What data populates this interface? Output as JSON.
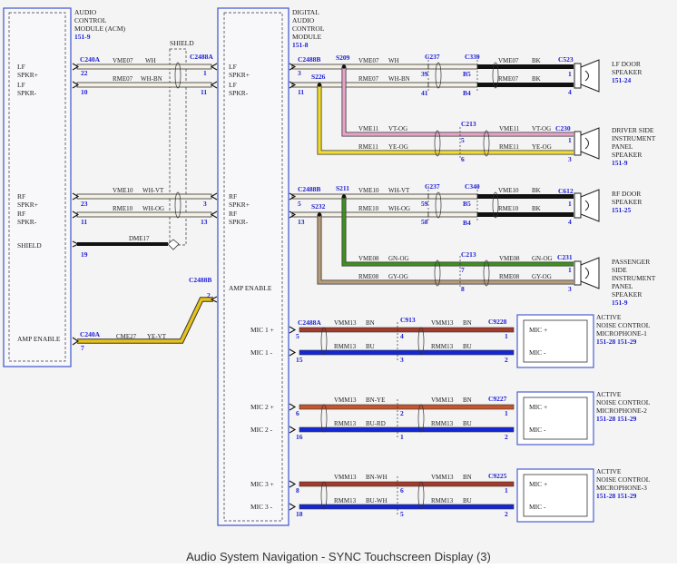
{
  "acm": {
    "title": [
      "AUDIO",
      "CONTROL",
      "MODULE (ACM)"
    ],
    "ref": "151-9",
    "pins": {
      "lf_p": "LF",
      "lf_p2": "SPKR+",
      "lf_m": "LF",
      "lf_m2": "SPKR-",
      "rf_p": "RF",
      "rf_p2": "SPKR+",
      "rf_m": "RF",
      "rf_m2": "SPKR-",
      "shield": "SHIELD",
      "amp": "AMP ENABLE"
    }
  },
  "dacm": {
    "title": [
      "DIGITAL",
      "AUDIO",
      "CONTROL",
      "MODULE"
    ],
    "ref": "151-8",
    "pins": {
      "lf_p": "LF",
      "lf_p2": "SPKR+",
      "lf_m": "LF",
      "lf_m2": "SPKR-",
      "rf_p": "RF",
      "rf_p2": "SPKR+",
      "rf_m": "RF",
      "rf_m2": "SPKR-",
      "amp": "AMP ENABLE",
      "mic1p": "MIC 1 +",
      "mic1m": "MIC 1 -",
      "mic2p": "MIC 2 +",
      "mic2m": "MIC 2 -",
      "mic3p": "MIC 3 +",
      "mic3m": "MIC 3 -"
    }
  },
  "shield_label": "SHIELD",
  "connectors": {
    "c240a": "C240A",
    "c2488a": "C2488A",
    "c2488b": "C2488B",
    "s209": "S209",
    "s226": "S226",
    "s211": "S211",
    "s232": "S232",
    "c237": "C237",
    "c339": "C339",
    "c340": "C340",
    "c523": "C523",
    "c612": "C612",
    "c213": "C213",
    "c230": "C230",
    "c231": "C231",
    "c913": "C913",
    "c9228": "C9228",
    "c9227": "C9227",
    "c9225": "C9225"
  },
  "pins": {
    "p22": "22",
    "p10": "10",
    "p23": "23",
    "p11": "11",
    "p19": "19",
    "p7": "7",
    "p1": "1",
    "p3": "3",
    "p13": "13",
    "p2": "2",
    "p5": "5",
    "p15": "15",
    "p6": "6",
    "p16": "16",
    "p8": "8",
    "p18": "18",
    "p39": "39",
    "p41": "41",
    "p59": "59",
    "p58": "58",
    "b5": "B5",
    "b4": "B4",
    "p4": "4"
  },
  "wires": {
    "vme07": "VME07",
    "wh": "WH",
    "rme07": "RME07",
    "whbn": "WH-BN",
    "vme10": "VME10",
    "whvt": "WH-VT",
    "rme10": "RME10",
    "whog": "WH-OG",
    "dme17": "DME17",
    "cme27": "CME27",
    "yevt": "YE-VT",
    "bk": "BK",
    "vme11": "VME11",
    "vtog": "VT-OG",
    "rme11": "RME11",
    "yeog": "YE-OG",
    "vme08": "VME08",
    "gnog": "GN-OG",
    "rme08": "RME08",
    "gyog": "GY-OG",
    "vmm13": "VMM13",
    "bn": "BN",
    "rmm13": "RMM13",
    "bu": "BU",
    "bnye": "BN-YE",
    "burd": "BU-RD",
    "bnwh": "BN-WH",
    "buwh": "BU-WH"
  },
  "components": {
    "lf_door": {
      "name": [
        "LF DOOR",
        "SPEAKER"
      ],
      "ref": "151-24"
    },
    "driver_ip": {
      "name": [
        "DRIVER SIDE",
        "INSTRUMENT",
        "PANEL",
        "SPEAKER"
      ],
      "ref": "151-9"
    },
    "rf_door": {
      "name": [
        "RF DOOR",
        "SPEAKER"
      ],
      "ref": "151-25"
    },
    "pass_ip": {
      "name": [
        "PASSENGER",
        "SIDE",
        "INSTRUMENT",
        "PANEL",
        "SPEAKER"
      ],
      "ref": "151-9"
    },
    "mic1": {
      "name": [
        "ACTIVE",
        "NOISE CONTROL",
        "MICROPHONE-1"
      ],
      "ref": "151-28   151-29"
    },
    "mic2": {
      "name": [
        "ACTIVE",
        "NOISE CONTROL",
        "MICROPHONE-2"
      ],
      "ref": "151-28   151-29"
    },
    "mic3": {
      "name": [
        "ACTIVE",
        "NOISE CONTROL",
        "MICROPHONE-3"
      ],
      "ref": "151-28   151-29"
    },
    "mic_plus": "MIC +",
    "mic_minus": "MIC -"
  },
  "colors": {
    "wh": "#f4f0e4",
    "bk": "#111111",
    "pink": "#e6a3c8",
    "yellow": "#f2dd2a",
    "green": "#3f8f1f",
    "gray": "#b89c7a",
    "brown": "#a33a2a",
    "blue": "#1426d8",
    "gold": "#e6c21a",
    "mod_border": "#4a5fd0"
  },
  "caption": "Audio System Navigation - SYNC Touchscreen Display (3)"
}
